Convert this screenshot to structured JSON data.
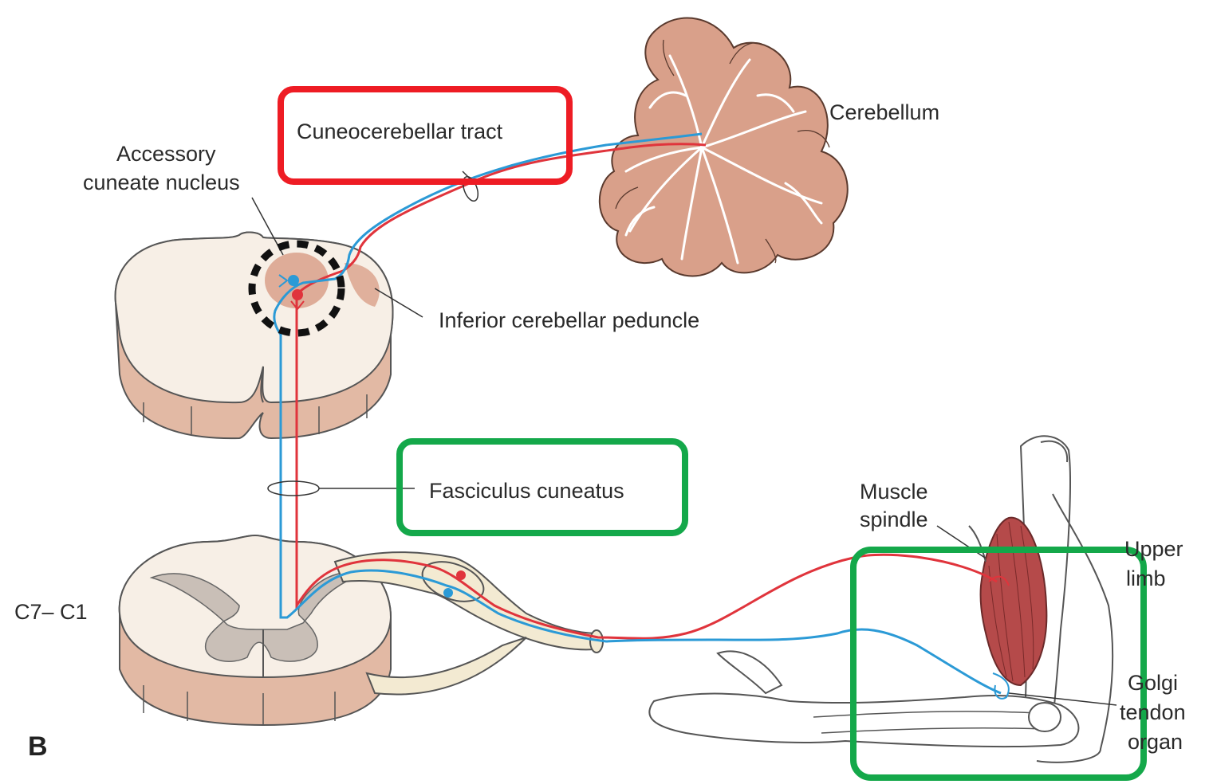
{
  "figure_letter": "B",
  "labels": {
    "cuneocerebellar_tract": "Cuneocerebellar tract",
    "cerebellum": "Cerebellum",
    "accessory_cuneate_line1": "Accessory",
    "accessory_cuneate_line2": "cuneate nucleus",
    "inferior_cerebellar_peduncle": "Inferior cerebellar peduncle",
    "fasciculus_cuneatus": "Fasciculus cuneatus",
    "spinal_level": "C7– C1",
    "muscle_spindle_line1": "Muscle",
    "muscle_spindle_line2": "spindle",
    "upper_limb_line1": "Upper",
    "upper_limb_line2": "limb",
    "golgi_line1": "Golgi",
    "golgi_line2": "tendon",
    "golgi_line3": "organ"
  },
  "colors": {
    "pathway_red": "#e0343c",
    "pathway_blue": "#2b9ad6",
    "highlight_red": "#ee1c24",
    "highlight_green": "#14a84a",
    "cerebellum_fill": "#d9a08a",
    "muscle_fill": "#b54a4a",
    "cord_fill": "#f7efe6",
    "cord_side": "#e2b9a4"
  }
}
